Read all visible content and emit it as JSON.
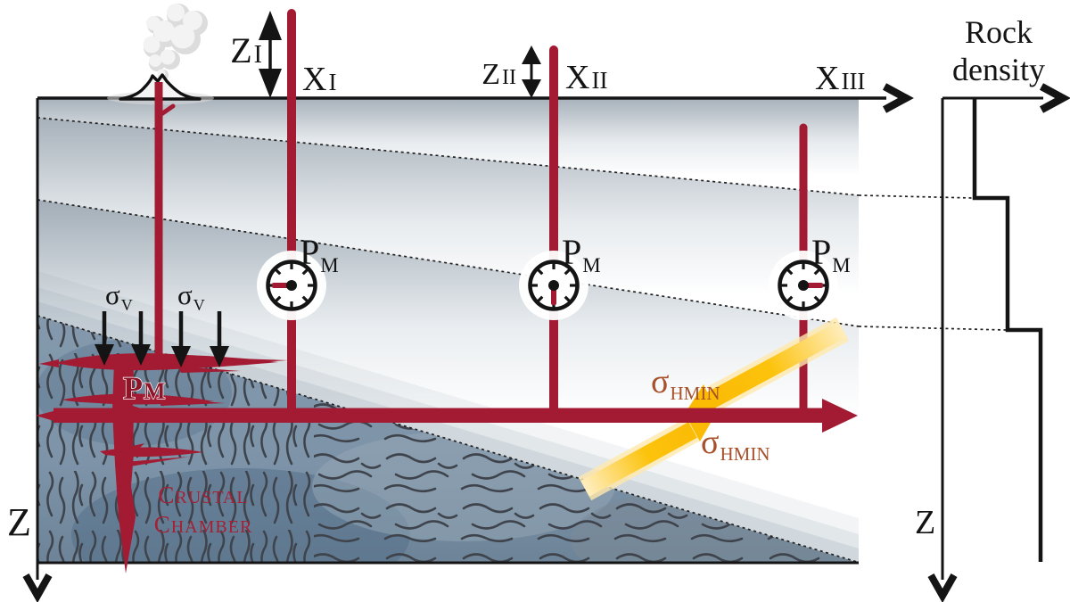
{
  "figure": {
    "type": "geological-cross-section-schematic",
    "description": "Volcanic plumbing system cross-section with crustal magma chamber, dikes, magma pressure gauges and rock density depth profile"
  },
  "labels": {
    "x1": {
      "main": "X",
      "sub": "I"
    },
    "x2": {
      "main": "X",
      "sub": "II"
    },
    "x3": {
      "main": "X",
      "sub": "III"
    },
    "z1": {
      "main": "Z",
      "sub": "I"
    },
    "z2": {
      "main": "Z",
      "sub": "II"
    },
    "z_axis_left": "Z",
    "z_axis_right": "Z",
    "rock_density": {
      "line1": "Rock",
      "line2": "density"
    },
    "pm": {
      "main": "P",
      "sub": "M"
    },
    "sigma_v": {
      "main": "σ",
      "sub": "V"
    },
    "sigma_hmin": {
      "main": "σ",
      "sub": "HMIN"
    },
    "chamber_pm": {
      "main": "P",
      "sub": "M"
    },
    "chamber_caption": {
      "line1_lead": "C",
      "line1_rest": "RUSTAL",
      "line2_lead": "C",
      "line2_rest": "HAMBER"
    }
  },
  "gauges": [
    {
      "label": "PM",
      "needle": "left"
    },
    {
      "label": "PM",
      "needle": "down"
    },
    {
      "label": "PM",
      "needle": "right"
    }
  ],
  "density_profile": {
    "x_axis_label": "Rock density",
    "depth_axis_label": "Z",
    "steps": 3,
    "density_increases_with_depth": true,
    "boundaries_linked_to_layer_interfaces": 2
  },
  "colors": {
    "ink": "#141414",
    "magma_red": "#a31b32",
    "pm_text_red": "#8e1528",
    "chamber_text_red": "#a32136",
    "sigma_hmin_rust": "#a8512c",
    "stress_yellow": "#fcc30d",
    "stress_yellow_glow": "#ffe9ad",
    "layer_gray": "#a7b1ba",
    "basement_blue": "#7d93a8",
    "basement_dark": "#53708a",
    "squiggle_dark": "#3f444c",
    "smoke_gray": "#dcdcdc"
  }
}
